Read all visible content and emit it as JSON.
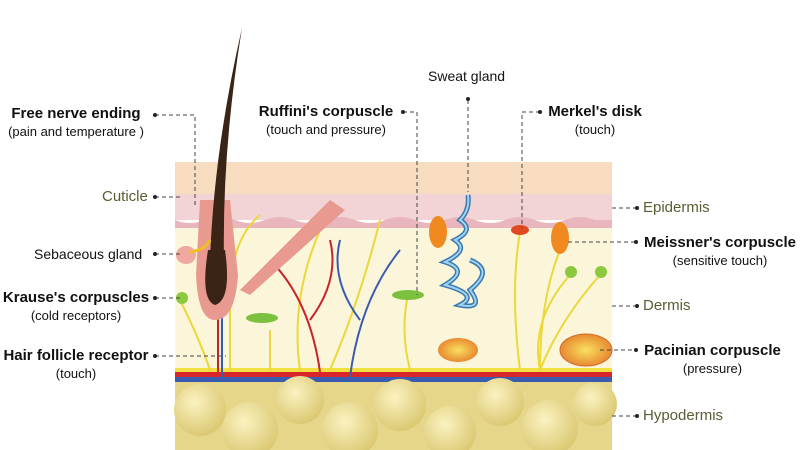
{
  "labels": {
    "free_nerve": {
      "title": "Free nerve ending",
      "sub": "(pain and temperature )"
    },
    "ruffini": {
      "title": "Ruffini's corpuscle",
      "sub": "(touch and pressure)"
    },
    "sweat": {
      "title": "Sweat gland"
    },
    "merkel": {
      "title": "Merkel's disk",
      "sub": "(touch)"
    },
    "cuticle": {
      "title": "Cuticle"
    },
    "sebaceous": {
      "title": "Sebaceous gland"
    },
    "krause": {
      "title": "Krause's  corpuscles",
      "sub": "(cold receptors)"
    },
    "hair_follicle": {
      "title": "Hair follicle receptor",
      "sub": "(touch)"
    },
    "epidermis": {
      "title": "Epidermis"
    },
    "meissner": {
      "title": "Meissner's corpuscle",
      "sub": "(sensitive touch)"
    },
    "dermis": {
      "title": "Dermis"
    },
    "pacinian": {
      "title": "Pacinian corpuscle",
      "sub": "(pressure)"
    },
    "hypodermis": {
      "title": "Hypodermis"
    }
  },
  "colors": {
    "layer_label": "#5b5b34",
    "epidermis_top": "#f8dcc0",
    "epidermis": "#f2d4d6",
    "dermis": "#fbf5da",
    "hypodermis": "#e6d68a",
    "artery": "#d8262a",
    "vein": "#3a5cb0",
    "nerve": "#f0e040"
  }
}
